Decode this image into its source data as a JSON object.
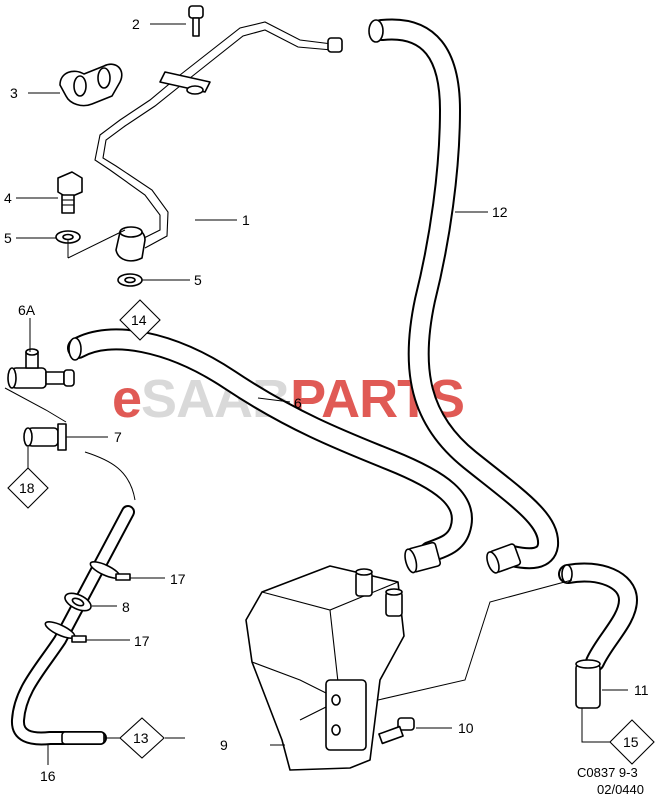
{
  "watermark": {
    "prefix": "e",
    "middle": "SAAB",
    "suffix": "PARTS",
    "colors": {
      "prefix": "#e05a55",
      "middle": "#d9d9d9",
      "suffix": "#e05a55"
    }
  },
  "callouts": {
    "c1": "1",
    "c2": "2",
    "c3": "3",
    "c4": "4",
    "c5a": "5",
    "c5b": "5",
    "c6": "6",
    "c6a": "6A",
    "c7": "7",
    "c8": "8",
    "c9": "9",
    "c10": "10",
    "c11": "11",
    "c12": "12",
    "c16": "16",
    "c17a": "17",
    "c17b": "17"
  },
  "diamonds": {
    "d13": "13",
    "d14": "14",
    "d15": "15",
    "d18": "18"
  },
  "reference": {
    "code": "C0837 9-3",
    "date": "02/0440"
  }
}
